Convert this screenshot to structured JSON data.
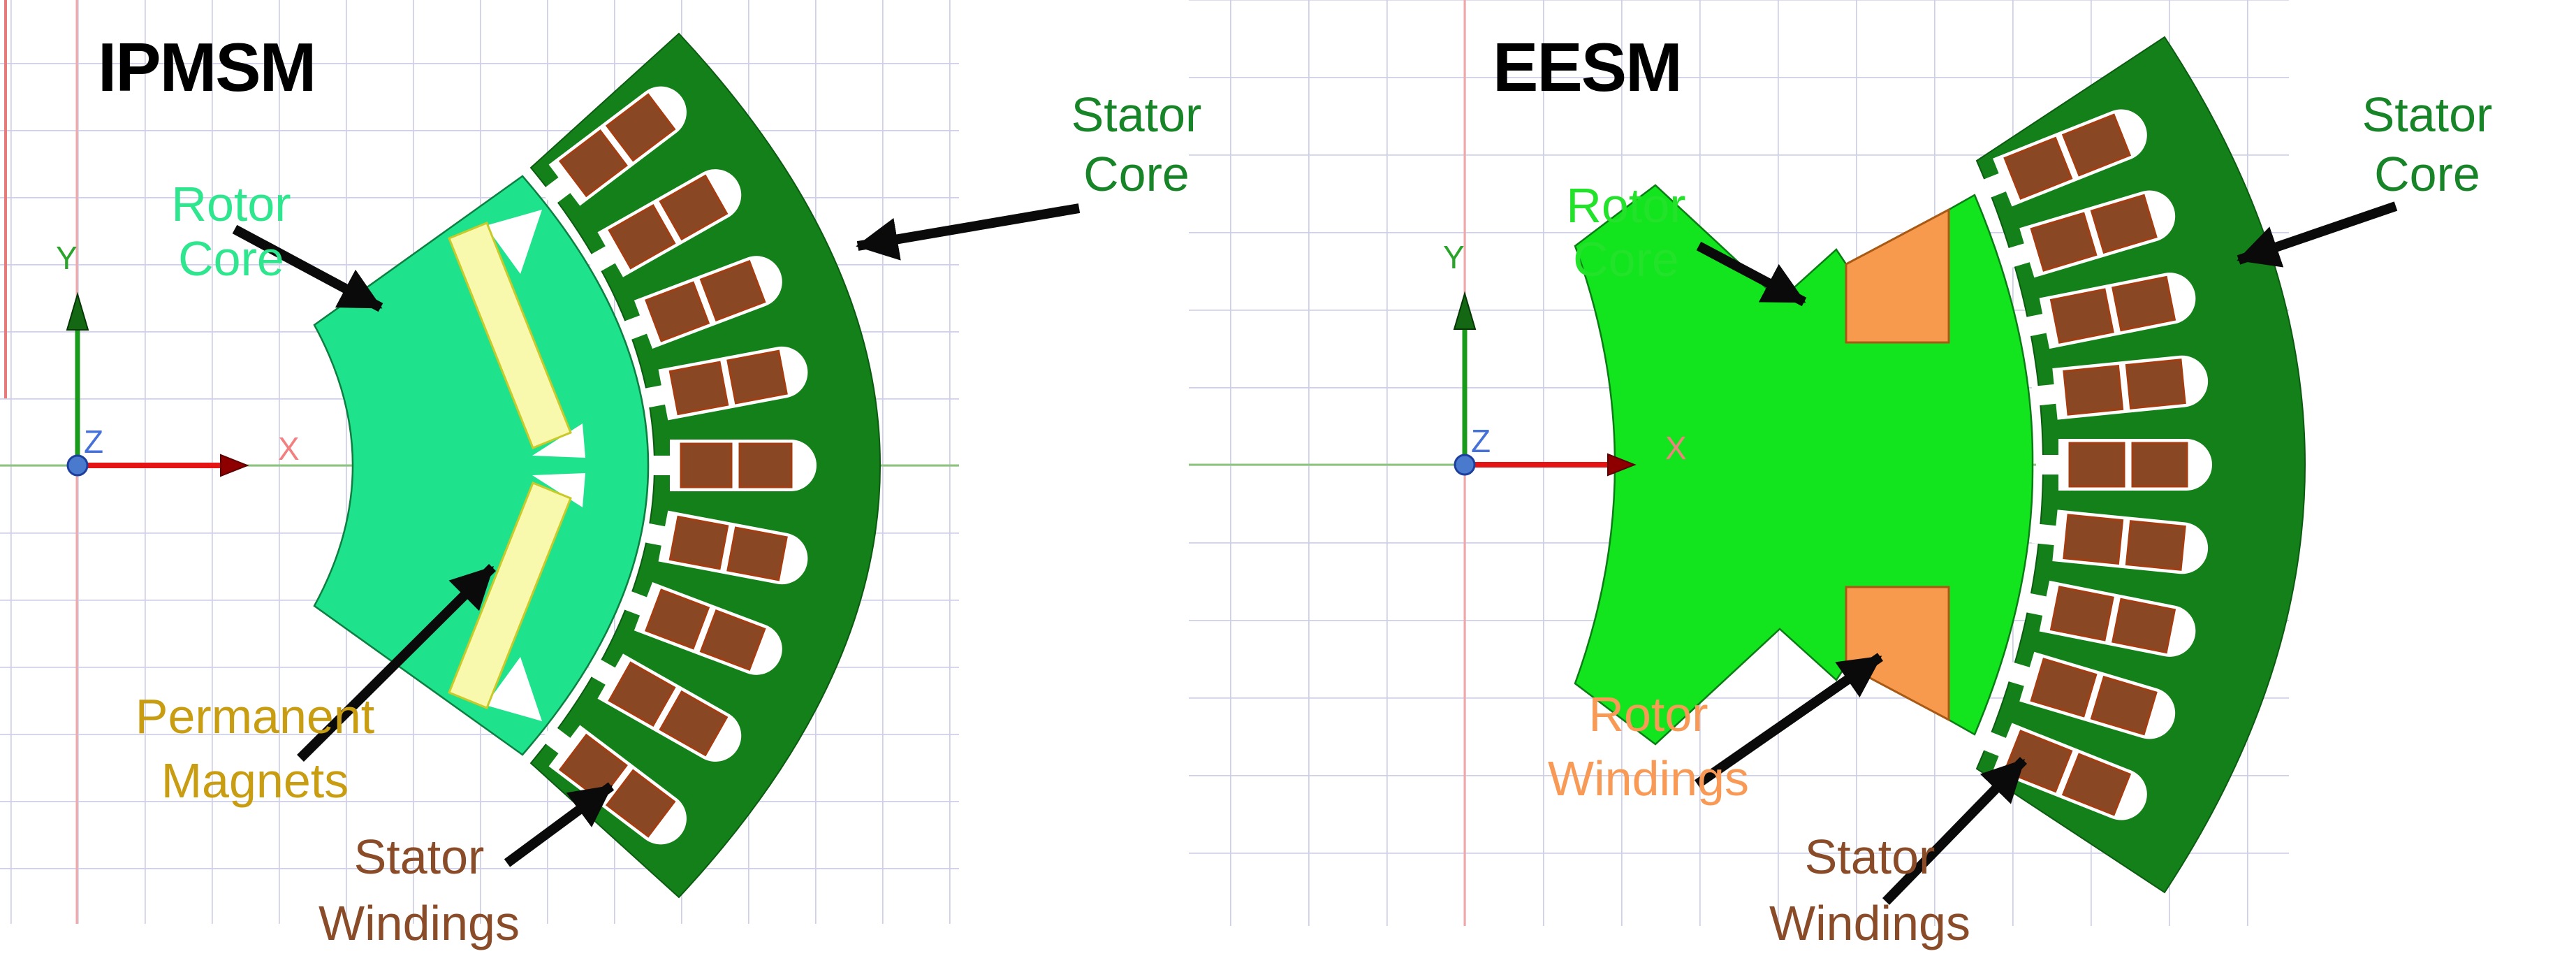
{
  "panels": [
    {
      "title": "IPMSM",
      "labels": {
        "rotor_core": {
          "line1": "Rotor",
          "line2": "Core"
        },
        "permanent_magnets": {
          "line1": "Permanent",
          "line2": "Magnets"
        },
        "stator_windings": {
          "line1": "Stator",
          "line2": "Windings"
        },
        "stator_core": {
          "line1": "Stator",
          "line2": "Core"
        }
      },
      "axes": {
        "x": "X",
        "y": "Y",
        "z": "Z"
      }
    },
    {
      "title": "EESM",
      "labels": {
        "rotor_core": {
          "line1": "Rotor",
          "line2": "Core"
        },
        "rotor_windings": {
          "line1": "Rotor",
          "line2": "Windings"
        },
        "stator_windings": {
          "line1": "Stator",
          "line2": "Windings"
        },
        "stator_core": {
          "line1": "Stator",
          "line2": "Core"
        }
      },
      "axes": {
        "x": "X",
        "y": "Y",
        "z": "Z"
      }
    }
  ],
  "palette": {
    "stator-green": "#14801a",
    "rotor-green-ipmsm": "#1fe28d",
    "rotor-green-eesm": "#12e41e",
    "winding-brown": "#8a4724",
    "winding-brown-edge": "#a33d12",
    "magnet-yellow": "#f9f9ad",
    "magnet-edge": "#c9c92a",
    "rotor-winding-orange": "#f89a4e",
    "orange-edge": "#a85a14",
    "grid-line": "#cfd0e8",
    "axis-pink": "#f2a6a6",
    "axis-green-line": "#8cc47c",
    "x-red": "#e41414",
    "x-red-dark": "#8e0000",
    "y-green": "#1a9a1a",
    "y-green-dark": "#146814",
    "z-blue": "#4a7ace",
    "z-blue-dark": "#1c3f9e",
    "label-rotor-l": "#2de68e",
    "label-rotor-r": "#22e22a",
    "label-stator-core": "#178428",
    "label-magnet": "#c89d12",
    "label-rotor-winding": "#f89a55",
    "label-stator-winding": "#8a4b28",
    "title-black": "#000000",
    "x-label-pink": "#f28080",
    "y-label-green": "#2aa42a",
    "z-label-blue": "#4671d8",
    "edge-red": "#e87a7a"
  }
}
